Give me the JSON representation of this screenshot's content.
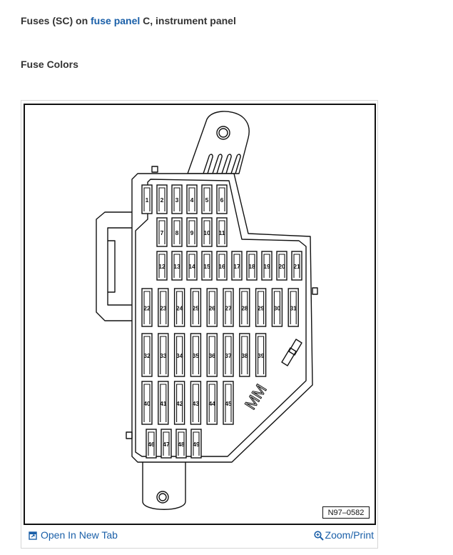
{
  "heading1": {
    "pre": "Fuses (SC) on ",
    "link": "fuse panel",
    "post": " C, instrument panel"
  },
  "heading2": "Fuse Colors",
  "figure": {
    "id_label": "N97–0582",
    "fuses": [
      "1",
      "2",
      "3",
      "4",
      "5",
      "6",
      "7",
      "8",
      "9",
      "10",
      "11",
      "12",
      "13",
      "14",
      "15",
      "16",
      "17",
      "18",
      "19",
      "20",
      "21",
      "22",
      "23",
      "24",
      "25",
      "26",
      "27",
      "28",
      "29",
      "30",
      "31",
      "32",
      "33",
      "34",
      "35",
      "36",
      "37",
      "38",
      "39",
      "40",
      "41",
      "42",
      "43",
      "44",
      "45",
      "46",
      "47",
      "48",
      "49"
    ]
  },
  "footer": {
    "open_tab": "Open In New Tab",
    "zoom": "Zoom/Print"
  },
  "colors": {
    "link": "#1a5fa8",
    "line": "#111111"
  },
  "icons": {
    "open_tab": "external-window-icon",
    "zoom": "magnifier-icon"
  }
}
